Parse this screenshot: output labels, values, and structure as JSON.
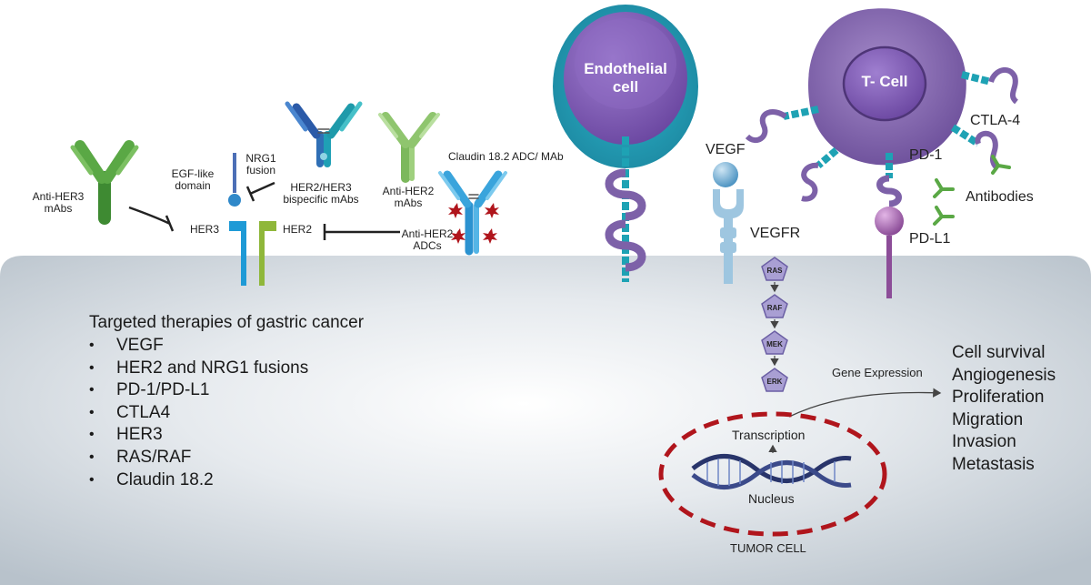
{
  "labels": {
    "anti_her3": [
      "Anti-HER3",
      "mAbs"
    ],
    "egf_like": [
      "EGF-like",
      "domain"
    ],
    "nrg1": [
      "NRG1",
      "fusion"
    ],
    "bispecific": [
      "HER2/HER3",
      "bispecific mAbs"
    ],
    "anti_her2_mabs": [
      "Anti-HER2",
      "mAbs"
    ],
    "claudin": "Claudin 18.2 ADC/ MAb",
    "her3": "HER3",
    "her2": "HER2",
    "anti_her2_adcs": [
      "Anti-HER2",
      "ADCs"
    ],
    "endothelial": [
      "Endothelial",
      "cell"
    ],
    "tcell": "T- Cell",
    "ctla4": "CTLA-4",
    "vegf": "VEGF",
    "vegfr": "VEGFR",
    "pd1": "PD-1",
    "antibodies": "Antibodies",
    "pdl1": "PD-L1",
    "gene_expression": "Gene Expression",
    "transcription": "Transcription",
    "nucleus": "Nucleus",
    "tumor_cell": "TUMOR CELL"
  },
  "cascade": [
    "RAS",
    "RAF",
    "MEK",
    "ERK"
  ],
  "therapies": {
    "title": "Targeted therapies of gastric cancer",
    "items": [
      "VEGF",
      "HER2 and NRG1 fusions",
      "PD-1/PD-L1",
      "CTLA4",
      "HER3",
      "RAS/RAF",
      "Claudin 18.2"
    ]
  },
  "outcomes": [
    "Cell survival",
    "Angiogenesis",
    "Proliferation",
    "Migration",
    "Invasion",
    "Metastasis"
  ],
  "colors": {
    "tumor_bg": "#d2d8de",
    "purple": "#7d61a8",
    "teal": "#1ea2b4",
    "green": "#4f9a3a",
    "dark_red": "#b0151c",
    "light_blue": "#9ec6e0"
  }
}
